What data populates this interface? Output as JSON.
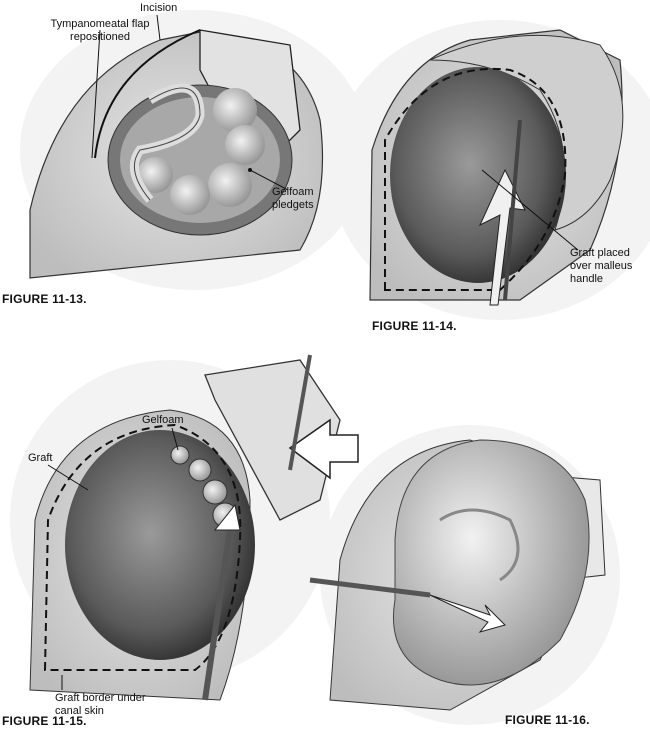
{
  "figures": [
    {
      "caption": "FIGURE 11-13.",
      "labels": {
        "incision": "Incision",
        "flap": "Tympanomeatal flap repositioned",
        "gelfoam": "Gelfoam pledgets"
      }
    },
    {
      "caption": "FIGURE 11-14.",
      "labels": {
        "graft": "Graft placed over malleus handle"
      }
    },
    {
      "caption": "FIGURE 11-15.",
      "labels": {
        "gelfoam": "Gelfoam",
        "graft": "Graft",
        "border": "Graft border under canal skin"
      }
    },
    {
      "caption": "FIGURE 11-16.",
      "labels": {}
    }
  ]
}
